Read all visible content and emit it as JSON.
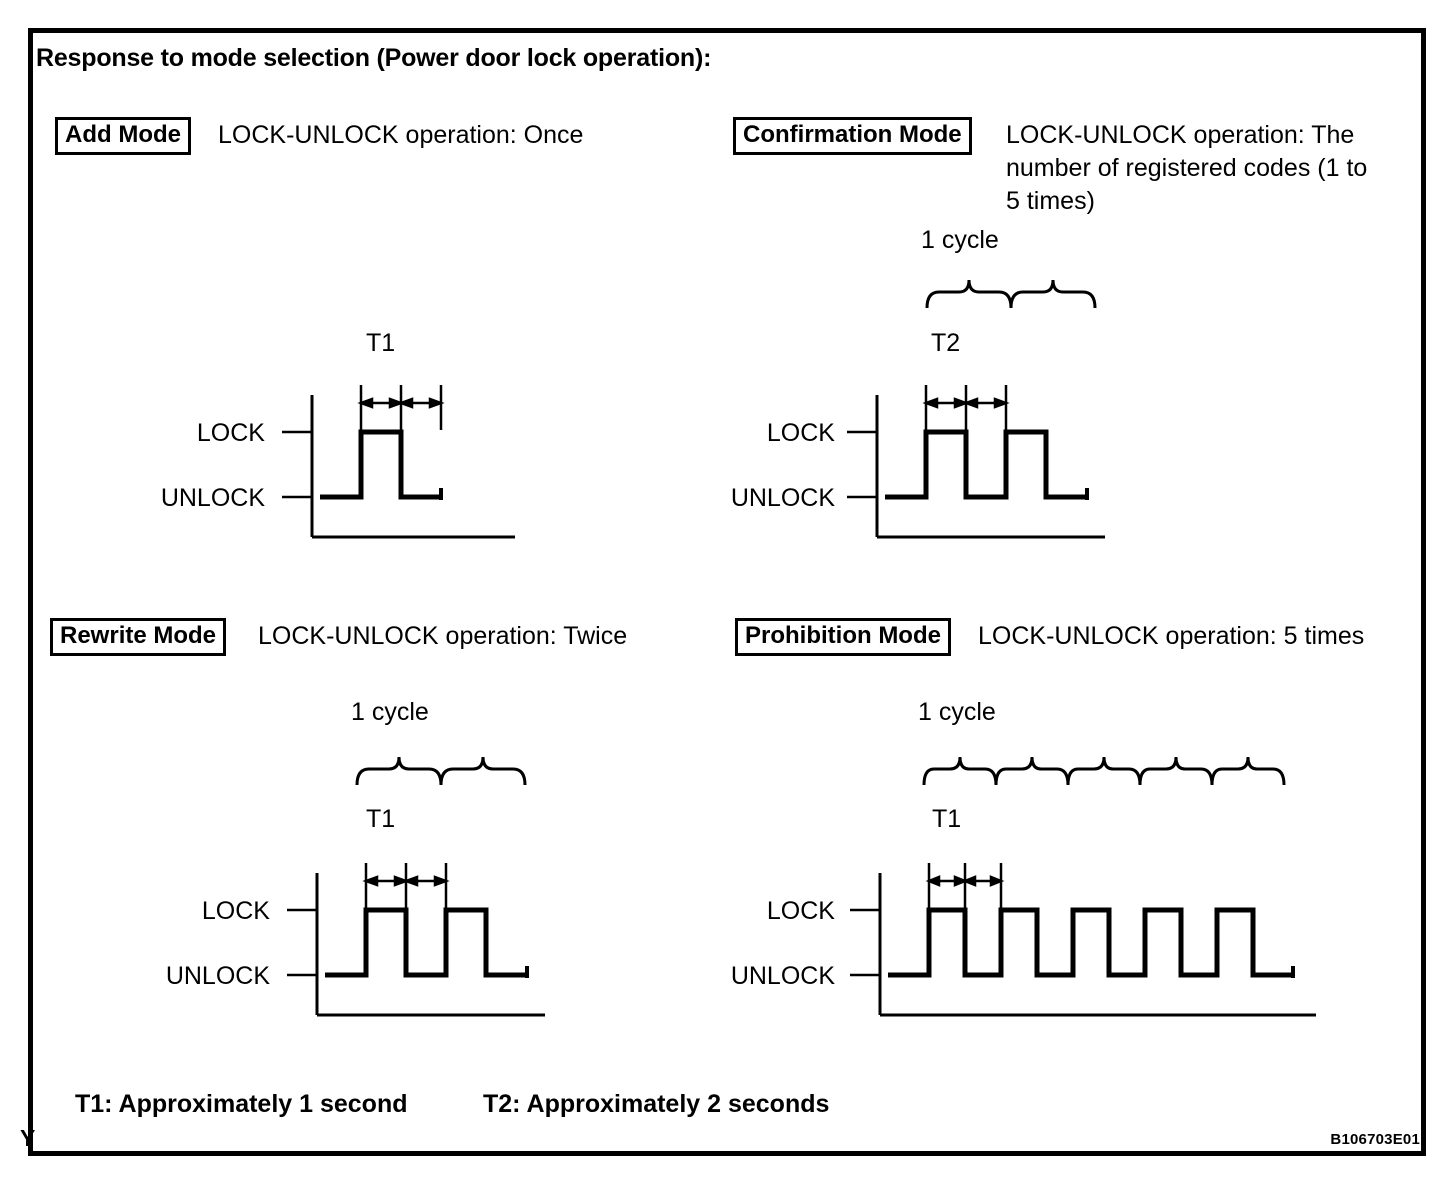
{
  "document": {
    "title": "Response to mode selection (Power door lock operation):",
    "reference_code": "B106703E01",
    "corner_mark": "Y"
  },
  "footer": {
    "t1_note": "T1: Approximately 1 second",
    "t2_note": "T2: Approximately 2 seconds"
  },
  "axis_labels": {
    "lock": "LOCK",
    "unlock": "UNLOCK"
  },
  "cycle_label": "1 cycle",
  "panels": [
    {
      "id": "add-mode",
      "mode_name": "Add Mode",
      "description": "LOCK-UNLOCK operation: Once",
      "timing_label": "T1",
      "cycle_label": "",
      "pulses": 1,
      "cycles_braced": 0,
      "show_cycle_brace": false
    },
    {
      "id": "confirmation-mode",
      "mode_name": "Confirmation Mode",
      "description": "LOCK-UNLOCK operation: The\nnumber of registered codes (1 to\n5 times)",
      "timing_label": "T2",
      "cycle_label": "1 cycle",
      "pulses": 2,
      "cycles_braced": 1,
      "show_cycle_brace": true
    },
    {
      "id": "rewrite-mode",
      "mode_name": "Rewrite Mode",
      "description": "LOCK-UNLOCK operation: Twice",
      "timing_label": "T1",
      "cycle_label": "1 cycle",
      "pulses": 2,
      "cycles_braced": 2,
      "show_cycle_brace": true
    },
    {
      "id": "prohibition-mode",
      "mode_name": "Prohibition Mode",
      "description": "LOCK-UNLOCK operation: 5 times",
      "timing_label": "T1",
      "cycle_label": "1 cycle",
      "pulses": 5,
      "cycles_braced": 5,
      "show_cycle_brace": true
    }
  ],
  "chart_data": {
    "type": "line",
    "title": "Response to mode selection (Power door lock operation)",
    "ylabel": "",
    "xlabel": "",
    "levels": [
      "UNLOCK",
      "LOCK"
    ],
    "annotations": [
      "T1: Approximately 1 second",
      "T2: Approximately 2 seconds"
    ],
    "series": [
      {
        "name": "Add Mode",
        "timing": "T1",
        "pulse_count": 1,
        "values": [
          0,
          0,
          1,
          1,
          0,
          0
        ]
      },
      {
        "name": "Confirmation Mode",
        "timing": "T2",
        "pulse_count": 2,
        "values": [
          0,
          0,
          1,
          1,
          0,
          0,
          1,
          1,
          0,
          0
        ]
      },
      {
        "name": "Rewrite Mode",
        "timing": "T1",
        "pulse_count": 2,
        "values": [
          0,
          0,
          1,
          1,
          0,
          0,
          1,
          1,
          0,
          0
        ]
      },
      {
        "name": "Prohibition Mode",
        "timing": "T1",
        "pulse_count": 5,
        "values": [
          0,
          0,
          1,
          1,
          0,
          0,
          1,
          1,
          0,
          0,
          1,
          1,
          0,
          0,
          1,
          1,
          0,
          0,
          1,
          1,
          0,
          0
        ]
      }
    ]
  }
}
